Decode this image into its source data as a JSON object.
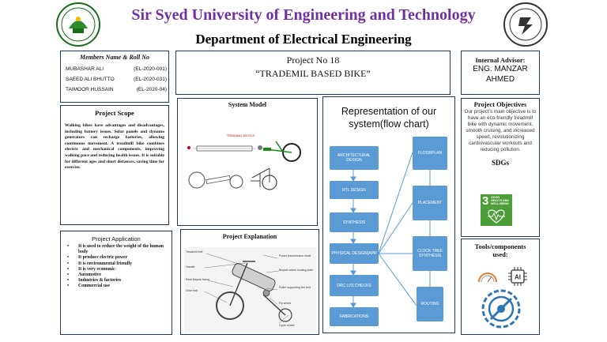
{
  "header": {
    "university": "Sir Syed University of Engineering and Technology",
    "department": "Department of Electrical Engineering"
  },
  "members": {
    "heading": "Members  Name & Roll No",
    "list": [
      {
        "name": "MUBASHAR ALI",
        "roll": "(EL-2020-001)"
      },
      {
        "name": "SAEED ALI BHUTTO",
        "roll": "(EL-2020-031)"
      },
      {
        "name": "TAIMOOR HUSSAIN",
        "roll": "(EL-2020-04)"
      }
    ]
  },
  "project": {
    "number": "Project No 18",
    "title": "“TRADEMIL BASED BIKE”"
  },
  "advisor": {
    "label": "Internal Advisor:",
    "name_line1": "ENG. MANZAR",
    "name_line2": "AHMED"
  },
  "scope": {
    "heading": "Project Scope",
    "text": "Walking bikes have advantages and disadvantages, including battery issues. Solar panels and dynamo generators can recharge batteries, allowing continuous movement. A treadmill bike combines electric and mechanical components, improving walking pace and reducing health issues. It is suitable for different ages and short distances, saving time for exercise."
  },
  "system_model": {
    "heading": "System Model",
    "figure_caption": "TREADMILL BICYCLE"
  },
  "flowchart": {
    "heading_line1": "Representation of our",
    "heading_line2": "system(flow chart)",
    "left_steps": [
      "ARCHITECTURAL DESIGN",
      "RTL DESIGN",
      "SYNTHESIS",
      "PHYSICAL DESIGN(APR",
      "DRC LVS CHECKS",
      "FABRICATIONS"
    ],
    "right_steps": [
      "FLOORPLAN",
      "PLACEMENT",
      "CLOCK TREE SYNTHESIS",
      "ROUTING"
    ]
  },
  "objectives": {
    "heading": "Project Objectives",
    "text": "Our project’s main objective is to have  an eco-friendly treadmill bike with dynamic movement, smooth cruising, and increased speed, revolutionizing cardiovascular workouts and reducing pollution.",
    "sdg_heading": "SDGs",
    "sdg_number": "3",
    "sdg_label": "GOOD HEALTH AND WELL-BEING"
  },
  "application": {
    "heading": "Project Application",
    "items": [
      "It is used to reduce the weight of the human body",
      "It produce electric power",
      "It is environmental friendly",
      "It is very economic",
      "Automotive",
      "Industries & factories",
      "Commercial use"
    ]
  },
  "explanation": {
    "heading": "Project Explanation",
    "labels_left": [
      "Treadmill belt",
      "Handle",
      "Rear bicycle frame",
      "Gear hub"
    ],
    "labels_right": [
      "Power transmission shaft",
      "Bicycle wheel holding plate",
      "Roller supporting the belt",
      "Fly wheel",
      "Cycle wheel"
    ]
  },
  "tools": {
    "heading_line1": "Tools/components",
    "heading_line2": "used:",
    "ai_label": "AI"
  },
  "colors": {
    "title_purple": "#7030a0",
    "border_navy": "#1f3864",
    "flow_blue": "#5b9bd5",
    "sdg_green": "#4c9f38"
  }
}
